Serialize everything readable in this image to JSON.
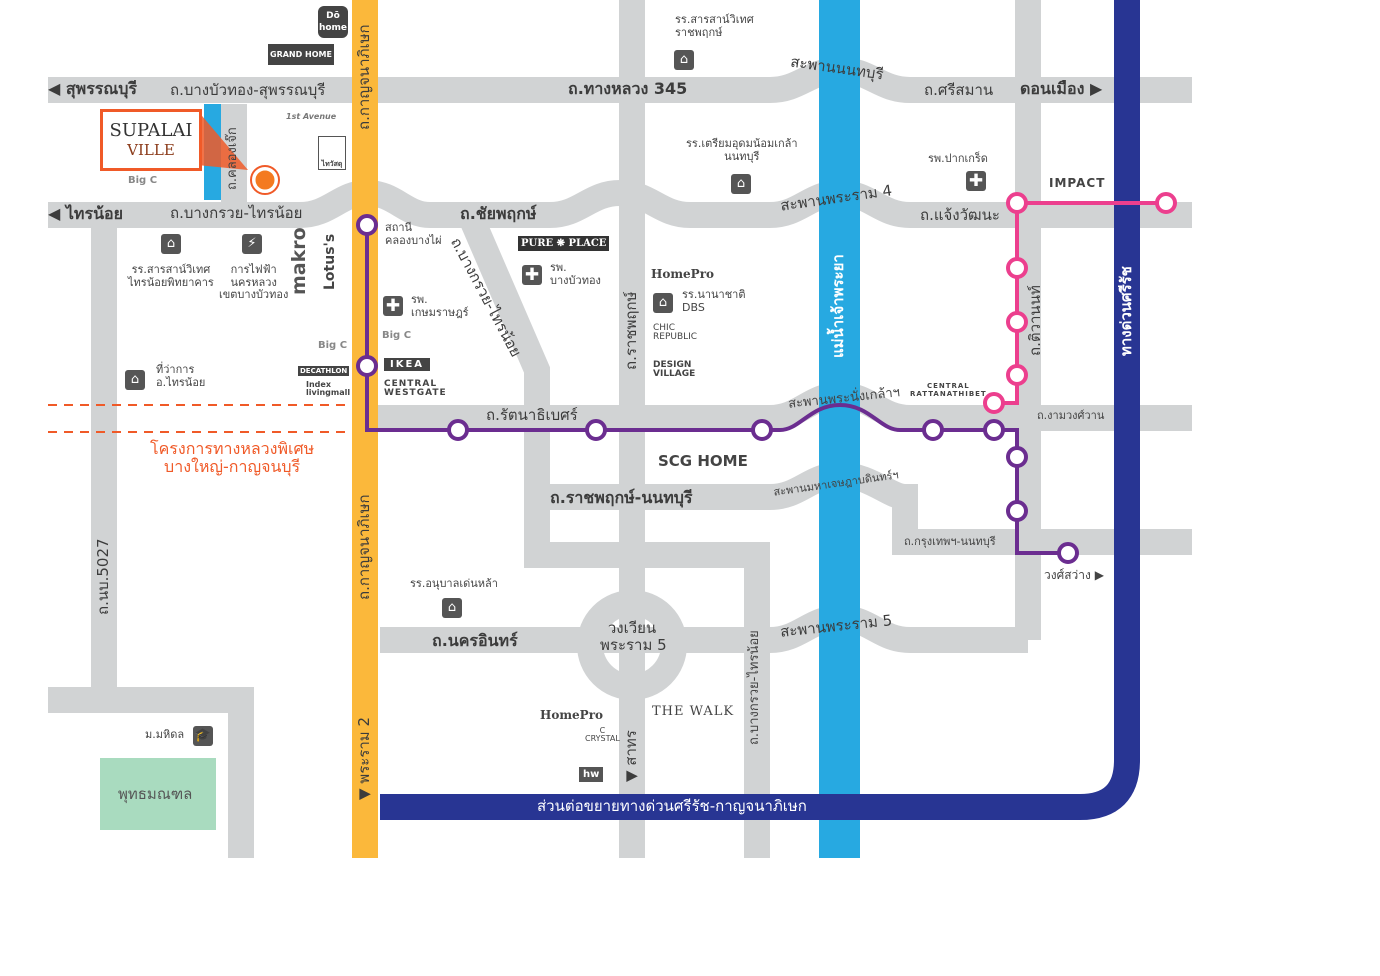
{
  "project": {
    "logo_line1": "SUPALAI",
    "logo_line2": "VILLE"
  },
  "roads": {
    "suphanburi": "◀ สุพรรณบุรี",
    "bangbuathong_suphan": "ถ.บางบัวทอง-สุพรรณบุรี",
    "highway345": "ถ.ทางหลวง 345",
    "nonthaburi_bridge": "สะพานนนทบุรี",
    "srisaman": "ถ.ศรีสมาน",
    "donmueang": "ดอนเมือง ▶",
    "sainoi": "◀ ไทรน้อย",
    "bangkruai_sainoi": "ถ.บางกรวย-ไทรน้อย",
    "chaiyaphruek": "ถ.ชัยพฤกษ์",
    "rama4_bridge": "สะพานพระราม 4",
    "chaengwattana": "ถ.แจ้งวัฒนะ",
    "klongjik": "ถ.คลองเจ๊ก",
    "kanchanaphisek_top": "ถ.กาญจนาภิเษก",
    "kanchanaphisek_bottom": "ถ.กาญจนาภิเษก",
    "rama2": "▼ พระราม 2",
    "bangkruai_sainoi_diag": "ถ.บางกรวย-ไทรน้อย",
    "ratchaphruek": "ถ.ราชพฤกษ์",
    "chao_phraya": "แม่น้ำเจ้าพระยา",
    "tiwanon": "ถ.ติวานนท์",
    "expressway_vertical": "ทางด่วนศรีรัช",
    "rattanathibet": "ถ.รัตนาธิเบศร์",
    "phranangklao_bridge": "สะพานพระนั่งเกล้าฯ",
    "ngamwongwan": "ถ.งามวงศ์วาน",
    "ratchaphruek_nonthaburi": "ถ.ราชพฤกษ์-นนทบุรี",
    "maha_chesada_bridge": "สะพานมหาเจษฎาบดินทร์ฯ",
    "krungthep_nonthaburi": "ถ.กรุงเทพฯ-นนทบุรี",
    "wongsawang": "วงศ์สว่าง ▶",
    "nb5027": "ถ.นบ.5027",
    "nakhonin": "ถ.นครอินทร์",
    "roundabout_line1": "วงเวียน",
    "roundabout_line2": "พระราม 5",
    "bangkruai_sainoi_v": "ถ.บางกรวย-ไทรน้อย",
    "rama5_bridge": "สะพานพระราม 5",
    "sathorn": "▼ สาทร",
    "expressway_extension": "ส่วนต่อขยายทางด่วนศรีรัช-กาญจนาภิเษก",
    "motorway_project_line1": "โครงการทางหลวงพิเศษ",
    "motorway_project_line2": "บางใหญ่-กาญจนบุรี"
  },
  "pois": {
    "school_sarasas_ratchaphruek": "รร.สารสาน์วิเทศ\nราชพฤกษ์",
    "school_triam_nonthaburi": "รร.เตรียมอุดมน้อมเกล้า\nนนทบุรี",
    "hospital_pakkret": "รพ.ปากเกร็ด",
    "school_sarasas_sainoi": "รร.สารสาน์วิเทศ\nไทรน้อยพิทยาคาร",
    "electricity": "การไฟฟ้า\nนครหลวง\nเขตบางบัวทอง",
    "station_klongbangphai": "สถานี\nคลองบางไผ่",
    "hospital_kasemrad": "รพ.\nเกษมราษฎร์",
    "hospital_bangbuathong": "รพ.\nบางบัวทอง",
    "school_dbs": "รร.นานาชาติ\nDBS",
    "district_office": "ที่ว่าการ\nอ.ไทรน้อย",
    "school_anuban": "รร.อนุบาลเด่นหล้า",
    "mahidol": "ม.มหิดล",
    "phutthamonthon": "พุทธมณฑล"
  },
  "brands": {
    "dohome": "Dō home",
    "grandhome": "GRAND HOME",
    "avenue": "1st Avenue",
    "thaiwatsadu": "ไทวัสดุ",
    "bigc": "Big C",
    "makro": "makro",
    "lotuss": "Lotus's",
    "pureplace": "PURE ❋ PLACE",
    "ikea": "IKEA",
    "central_westgate": "CENTRAL\nWESTGATE",
    "decathlon": "DECATHLON",
    "index": "Index\nlivingmall",
    "homepro": "HomePro",
    "chic": "CHIC\nREPUBLIC",
    "design_village": "DESIGN\nVILLAGE",
    "impact": "IMPACT",
    "central_rattanathibet": "CENTRAL\nRATTANATHIBET",
    "scg": "SCG HOME",
    "thewalk": "THE WALK",
    "crystal": "C\nCRYSTAL",
    "hw": "hw"
  },
  "colors": {
    "road": "#d1d3d4",
    "kanchanaphisek": "#fbb83b",
    "river": "#27a9e1",
    "expressway": "#283593",
    "purple_line": "#6b2d90",
    "pink_line": "#ec3f8e",
    "accent": "#f05a28",
    "park": "#a9dbbf"
  }
}
